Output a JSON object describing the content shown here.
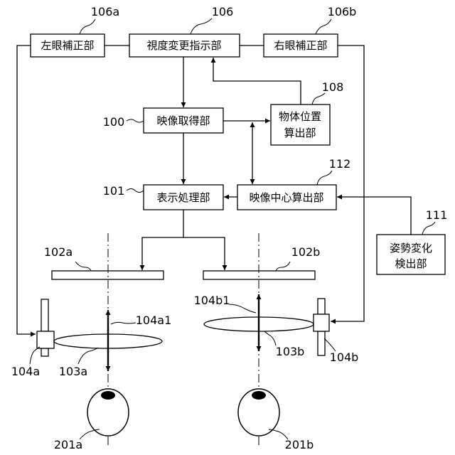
{
  "blocks": {
    "left_correction": "左眼補正部",
    "viewpoint_change_instruction": "視度変更指示部",
    "right_correction": "右眼補正部",
    "video_acquisition": "映像取得部",
    "object_position_line1": "物体位置",
    "object_position_line2": "算出部",
    "display_processing": "表示処理部",
    "video_center_calc": "映像中心算出部",
    "posture_change_line1": "姿勢変化",
    "posture_change_line2": "検出部"
  },
  "refs": {
    "r106a": "106a",
    "r106": "106",
    "r106b": "106b",
    "r108": "108",
    "r100": "100",
    "r112": "112",
    "r101": "101",
    "r111": "111",
    "r102a": "102a",
    "r102b": "102b",
    "r104a1": "104a1",
    "r104b1": "104b1",
    "r104a": "104a",
    "r103a": "103a",
    "r103b": "103b",
    "r104b": "104b",
    "r201a": "201a",
    "r201b": "201b"
  }
}
